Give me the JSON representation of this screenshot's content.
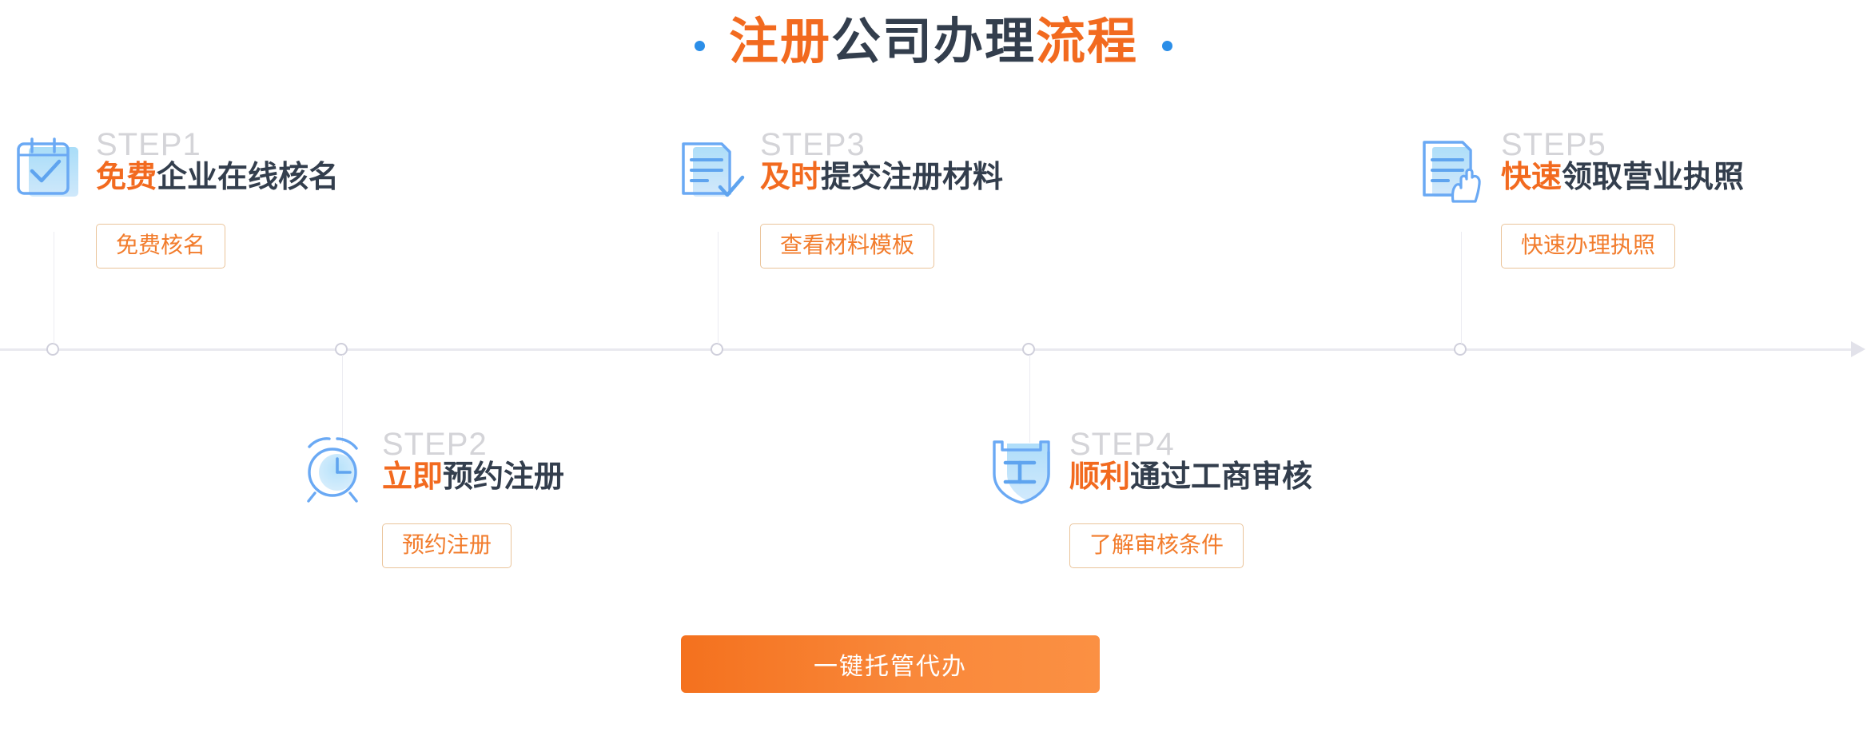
{
  "page": {
    "title_dot_color": "#2b8ee8",
    "accent_color": "#f26a1f",
    "dark_color": "#333e4d",
    "step_num_color": "#d4d4d8",
    "axis_color": "#e9e9ef"
  },
  "header": {
    "title_part1": "注册",
    "title_part2": "公司办理",
    "title_part3": "流程"
  },
  "steps": [
    {
      "num": "STEP1",
      "title_hl": "免费",
      "title_rest": "企业在线核名",
      "button": "免费核名",
      "icon": "calendar-check-icon",
      "position": "above"
    },
    {
      "num": "STEP2",
      "title_hl": "立即",
      "title_rest": "预约注册",
      "button": "预约注册",
      "icon": "alarm-clock-icon",
      "position": "below"
    },
    {
      "num": "STEP3",
      "title_hl": "及时",
      "title_rest": "提交注册材料",
      "button": "查看材料模板",
      "icon": "document-check-icon",
      "position": "above"
    },
    {
      "num": "STEP4",
      "title_hl": "顺利",
      "title_rest": "通过工商审核",
      "button": "了解审核条件",
      "icon": "shield-gong-icon",
      "position": "below"
    },
    {
      "num": "STEP5",
      "title_hl": "快速",
      "title_rest": "领取营业执照",
      "button": "快速办理执照",
      "icon": "document-hand-icon",
      "position": "above"
    }
  ],
  "cta": {
    "label": "一键托管代办"
  }
}
